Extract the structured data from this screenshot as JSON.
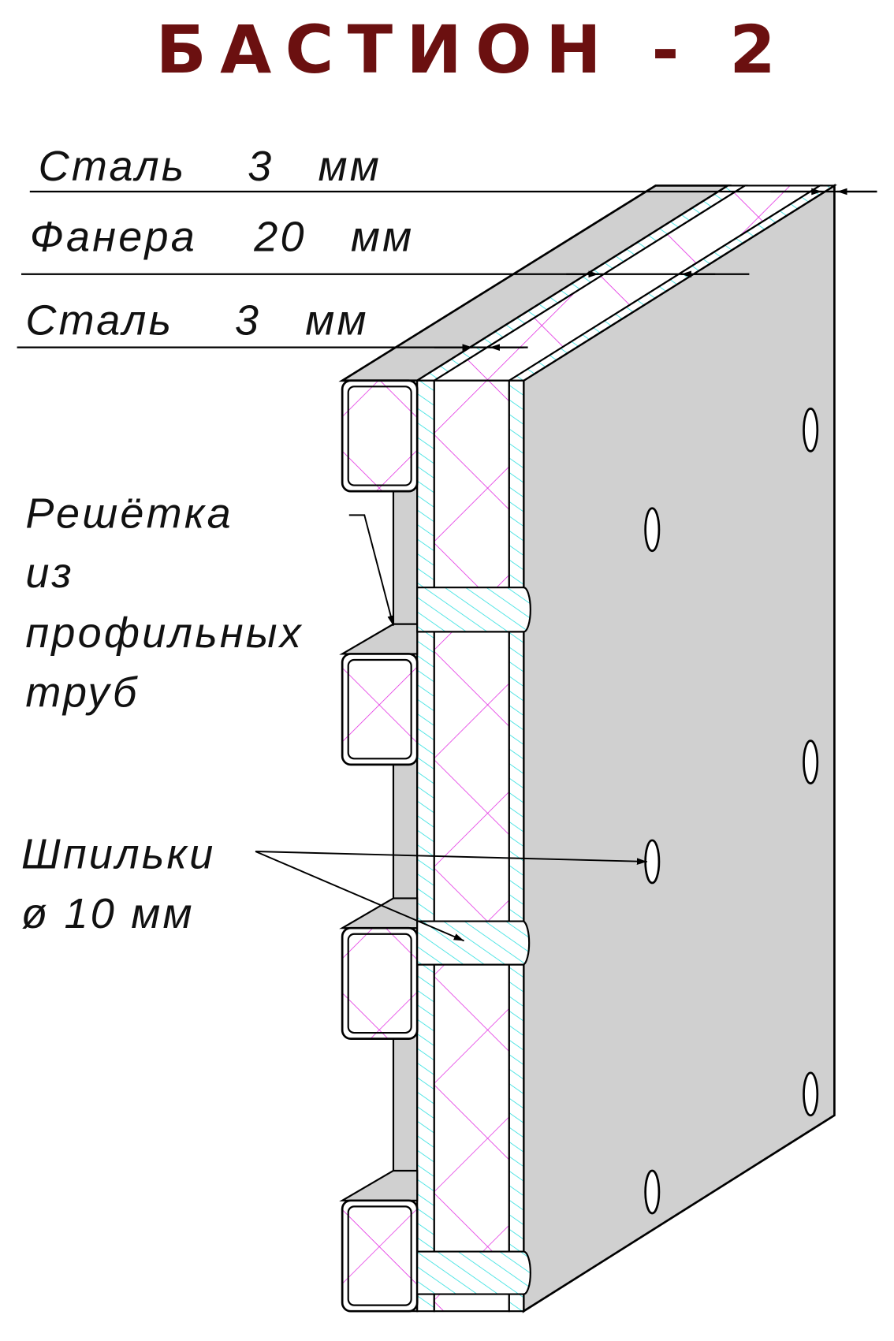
{
  "title": "БАСТИОН - 2",
  "colors": {
    "title": "#6b1010",
    "steel_face": "#d0d0d0",
    "plywood_hatch": "#e020e0",
    "steel_hatch": "#30e0e0"
  },
  "layers": [
    {
      "label": "Сталь",
      "value": "3",
      "unit": "мм"
    },
    {
      "label": "Фанера",
      "value": "20",
      "unit": "мм"
    },
    {
      "label": "Сталь",
      "value": "3",
      "unit": "мм"
    }
  ],
  "callouts": {
    "grid": [
      "Решётка",
      "из",
      "профильных",
      "труб"
    ],
    "studs": [
      "Шпильки",
      "ø 10 мм"
    ]
  }
}
